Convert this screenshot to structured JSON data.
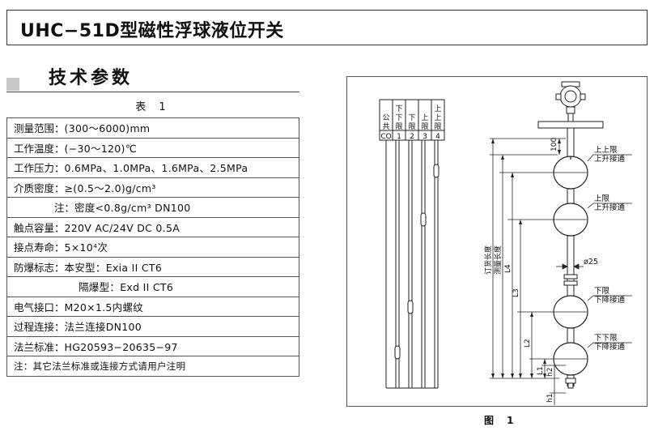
{
  "header": {
    "title": "UHC−51D型磁性浮球液位开关"
  },
  "section": {
    "title": "技术参数",
    "table_caption": "表 1"
  },
  "spec_rows": [
    {
      "label": "测量范围：",
      "value": "(300～6000)mm"
    },
    {
      "label": "工作温度：",
      "value": "(−30～120)℃"
    },
    {
      "label": "工作压力：",
      "value": "0.6MPa、1.0MPa、1.6MPa、2.5MPa"
    },
    {
      "label": "介质密度：",
      "value": "≥(0.5～2.0)g/cm³"
    },
    {
      "label": "注：",
      "value": "密度<0.8g/cm³ DN100"
    },
    {
      "label": "触点容量：",
      "value": "220V AC/24V DC  0.5A"
    },
    {
      "label": "接点寿命：",
      "value": "5×10⁴次"
    },
    {
      "label": "防爆标志：",
      "value": "本安型：Exia II CT6"
    },
    {
      "label": "",
      "value": "隔爆型：Exd II CT6"
    },
    {
      "label": "电气接口：",
      "value": "M20×1.5内螺纹"
    },
    {
      "label": "过程连接：",
      "value": "法兰连接DN100"
    },
    {
      "label": "法兰标准：",
      "value": "HG20593−20635−97"
    },
    {
      "label": "",
      "value": "注：其它法兰标准或连接方式请用户注明"
    }
  ],
  "figure": {
    "caption": "图 1",
    "wiring_headers": [
      [
        "公",
        "共"
      ],
      [
        "下",
        "下",
        "限"
      ],
      [
        "下",
        "限"
      ],
      [
        "上",
        "限"
      ],
      [
        "上",
        "上",
        "限"
      ]
    ],
    "wiring_codes": [
      "CO",
      "1",
      "2",
      "3",
      "4"
    ],
    "float_labels": [
      [
        "上上限",
        "上升接通"
      ],
      [
        "上限",
        "上升接通"
      ],
      [
        "下限",
        "下降接通"
      ],
      [
        "下下限",
        "下降接通"
      ]
    ],
    "dims": {
      "top": "100",
      "dia": "ø25",
      "L4": "L4",
      "L3": "L3",
      "L2": "L2",
      "L1": "L1",
      "h2": "h2",
      "h1": "h1",
      "order_length": "订货长度",
      "measure_length": "测量长度"
    }
  }
}
